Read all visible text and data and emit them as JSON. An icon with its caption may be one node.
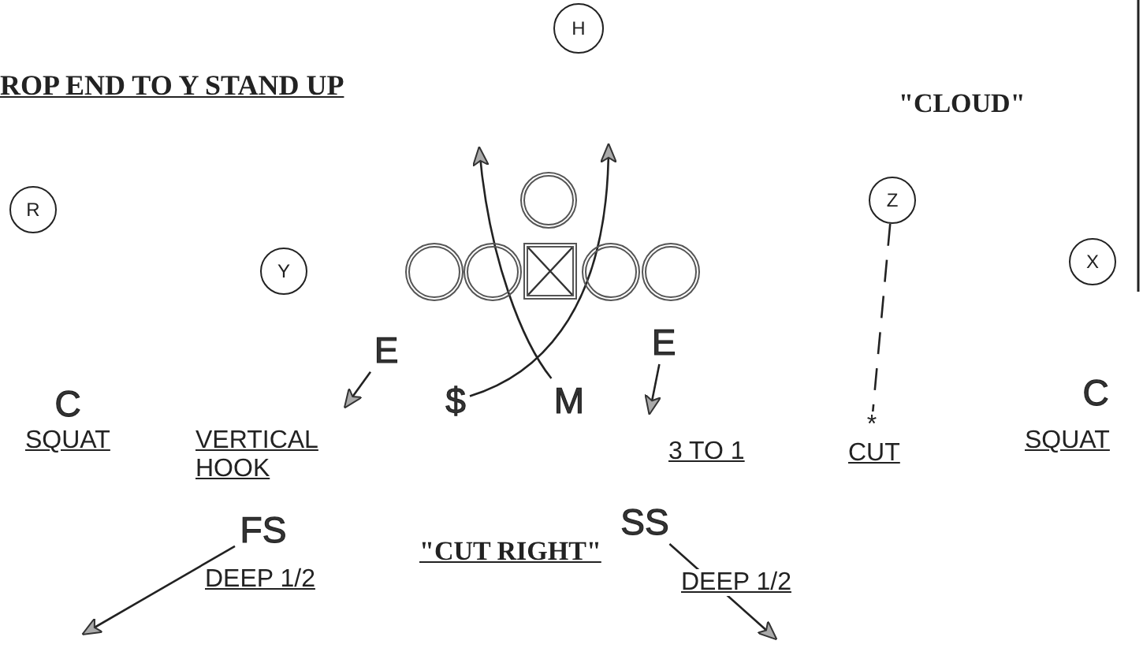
{
  "diagram": {
    "title": "ROP END  TO Y STAND UP",
    "nodes": [
      {
        "text": [
          "H"
        ]
      },
      {
        "text": [
          "Z"
        ]
      },
      {
        "text": [
          "R"
        ]
      },
      {
        "text": [],
        "shape": "circle"
      },
      {
        "text": [
          "Y"
        ]
      },
      {
        "text": [
          "X"
        ]
      },
      {
        "text": [],
        "shape": "circle"
      },
      {
        "text": [],
        "shape": "circle"
      },
      {
        "text": [],
        "shape": "box"
      },
      {
        "text": [],
        "shape": "circle"
      },
      {
        "text": [],
        "shape": "circle"
      },
      {
        "text": [
          "E"
        ]
      },
      {
        "text": [
          "E"
        ]
      },
      {
        "text": [
          "$"
        ]
      },
      {
        "text": [
          "M"
        ]
      },
      {
        "text": [
          "C"
        ]
      },
      {
        "text": [
          "C"
        ]
      },
      {
        "text": [
          "*"
        ]
      },
      {
        "text": [
          "FS"
        ]
      },
      {
        "text": [
          "SS"
        ]
      }
    ],
    "edges": [
      {
        "from": 11,
        "to": null,
        "arrow": "to"
      },
      {
        "from": 12,
        "to": null,
        "arrow": "to"
      },
      {
        "from": 13,
        "to": null,
        "arrow": "to"
      },
      {
        "from": 14,
        "to": null,
        "arrow": "to"
      },
      {
        "from": 1,
        "to": 17,
        "arrow": "none",
        "style": "dashed"
      },
      {
        "from": 18,
        "to": null,
        "arrow": "to"
      },
      {
        "from": 19,
        "to": null,
        "arrow": "to"
      }
    ],
    "labels": [
      "\"CLOUD\"",
      "SQUAT",
      "VERTICAL HOOK",
      "3 TO 1",
      "CUT",
      "SQUAT",
      "\"CUT RIGHT\"",
      "DEEP 1/2",
      "DEEP 1/2"
    ]
  }
}
